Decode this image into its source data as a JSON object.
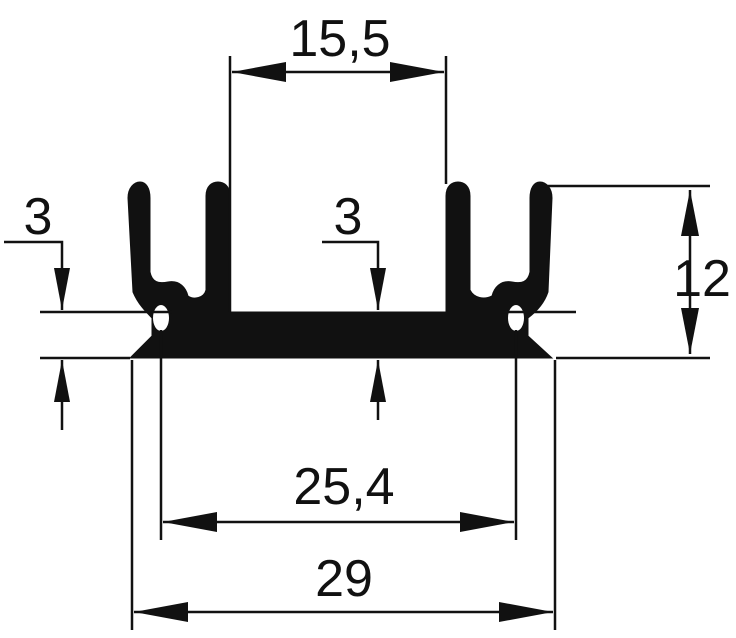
{
  "dimensions": {
    "top_width": "15,5",
    "left_thickness": "3",
    "center_thickness": "3",
    "height": "12",
    "inner_width": "25,4",
    "total_width": "29"
  },
  "colors": {
    "ink": "#111111",
    "background": "#ffffff"
  }
}
